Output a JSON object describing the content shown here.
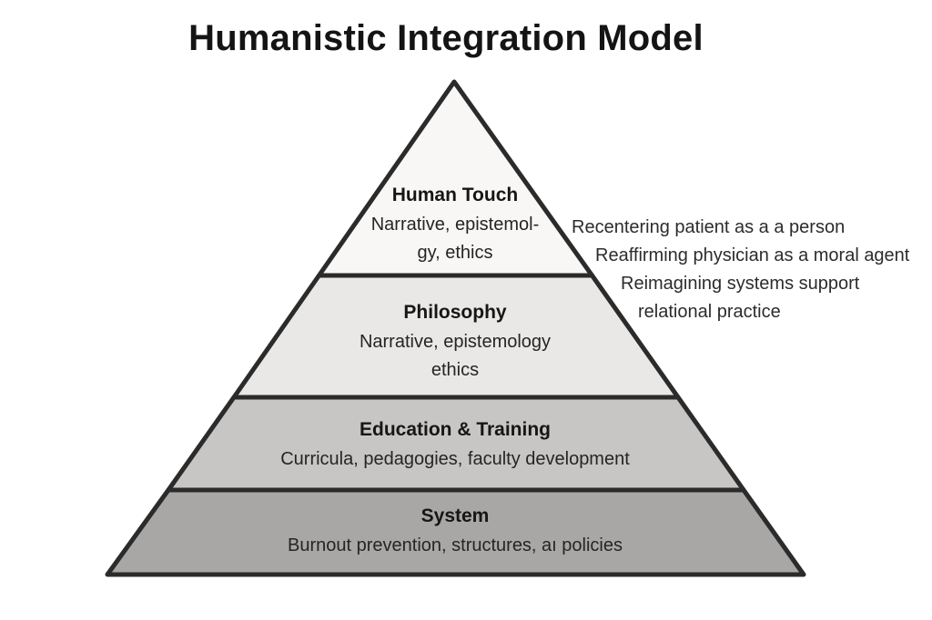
{
  "title": "Humanistic Integration Model",
  "colors": {
    "background": "#ffffff",
    "outline": "#2b2b2b",
    "title_text": "#141414",
    "heading_text": "#161616",
    "body_text": "#252525",
    "annotation_text": "#2c2c2c"
  },
  "pyramid": {
    "tiers": [
      {
        "id": "human-touch",
        "heading": "Human Touch",
        "lines": [
          "Narrative, epistemol-",
          "gy, ethics"
        ],
        "fill": "#f8f7f5"
      },
      {
        "id": "philosophy",
        "heading": "Philosophy",
        "lines": [
          "Narrative, epistemology",
          "ethics"
        ],
        "fill": "#e9e8e6"
      },
      {
        "id": "education-training",
        "heading": "Education & Training",
        "lines": [
          "Curricula, pedagogies, faculty development"
        ],
        "fill": "#c8c6c4"
      },
      {
        "id": "system",
        "heading": "System",
        "lines": [
          "Burnout prevention, structures, aı policies"
        ],
        "fill": "#a9a7a5"
      }
    ]
  },
  "annotations": [
    "Recentering patient as a a person",
    "Reaffirming physician as a moral agent",
    "Reimagining systems support",
    "relational practice"
  ]
}
